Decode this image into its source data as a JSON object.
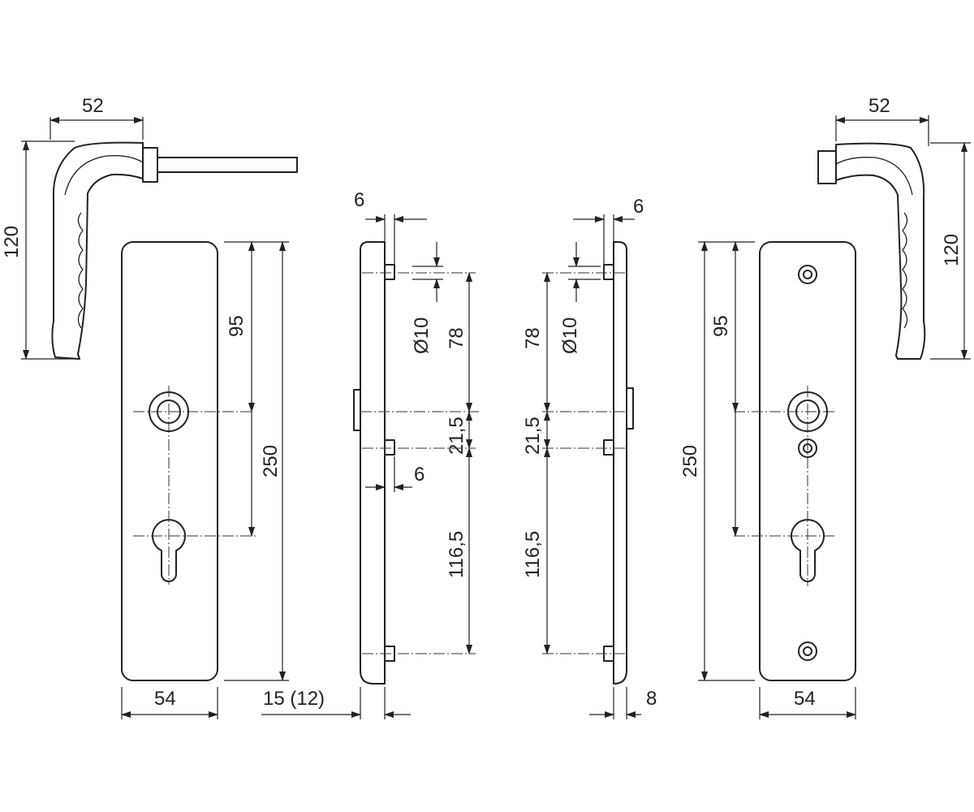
{
  "colors": {
    "line": "#222222",
    "background": "#ffffff"
  },
  "dimensions": {
    "left_handle_width": "52",
    "left_handle_height": "120",
    "left_plate_spindle_offset": "95",
    "left_plate_height": "250",
    "left_plate_width": "54",
    "left_side_thickness": "15 (12)",
    "left_side_screw_offset": "6",
    "left_side_hole_diameter": "Ø10",
    "left_side_top_spacing": "78",
    "left_side_mid_spacing": "21,5",
    "left_side_bottom_spacing": "116,5",
    "left_side_mid_offset": "6",
    "right_side_screw_offset": "6",
    "right_side_hole_diameter": "Ø10",
    "right_side_top_spacing": "78",
    "right_side_mid_spacing": "21,5",
    "right_side_bottom_spacing": "116,5",
    "right_side_thickness": "8",
    "right_handle_width": "52",
    "right_handle_height": "120",
    "right_plate_spindle_offset": "95",
    "right_plate_height": "250",
    "right_plate_width": "54"
  }
}
